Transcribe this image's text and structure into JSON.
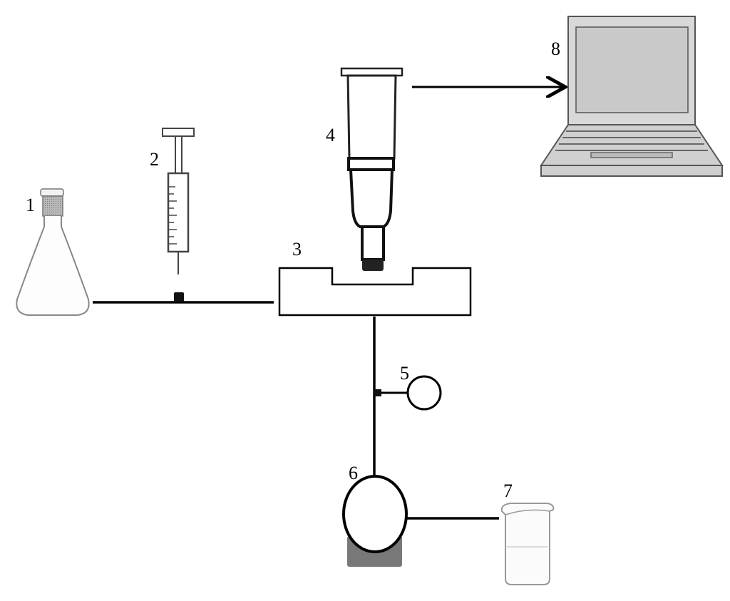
{
  "labels": {
    "flask": "1",
    "syringe": "2",
    "flow_cell": "3",
    "microscope": "4",
    "pressure_gauge": "5",
    "pump": "6",
    "beaker": "7",
    "laptop": "8"
  }
}
